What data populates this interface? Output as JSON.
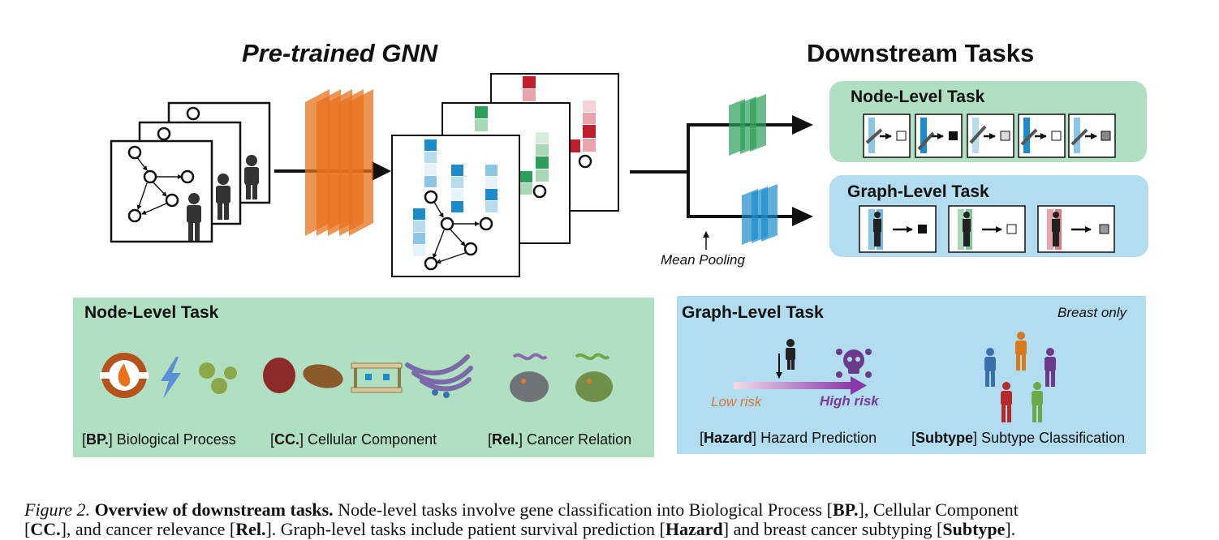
{
  "diagram": {
    "pretrained_title": "Pre-trained GNN",
    "downstream_title": "Downstream Tasks",
    "top_node_task": "Node-Level Task",
    "top_graph_task": "Graph-Level Task",
    "mean_pooling": "Mean Pooling",
    "node_panel": {
      "title": "Node-Level Task",
      "labels": [
        {
          "code": "BP.",
          "text": " Biological Process"
        },
        {
          "code": "CC.",
          "text": " Cellular Component"
        },
        {
          "code": "Rel.",
          "text": " Cancer Relation"
        }
      ]
    },
    "graph_panel": {
      "title": "Graph-Level Task",
      "note": "Breast only",
      "low_risk": "Low risk",
      "high_risk": "High risk",
      "labels": [
        {
          "code": "Hazard",
          "text": " Hazard Prediction"
        },
        {
          "code": "Subtype",
          "text": " Subtype Classification"
        }
      ]
    }
  },
  "caption": {
    "figure_label": "Figure 2.",
    "bold_title": "Overview of downstream tasks.",
    "line1_text": " Node-level tasks involve gene classification into Biological Process [",
    "bp": "BP.",
    "line1_mid": "], Cellular Component",
    "line2_start": "[",
    "cc": "CC.",
    "line2_mid1": "], and cancer relevance [",
    "rel": "Rel.",
    "line2_mid2": "]. Graph-level tasks include patient survival prediction [",
    "hazard": "Hazard",
    "line2_mid3": "] and breast cancer subtyping [",
    "subtype": "Subtype",
    "line2_end": "]."
  },
  "colors": {
    "node_green": "#b0dfc2",
    "graph_blue": "#b2dcef",
    "orange": "#e8721c",
    "risk_low": "#d4793a",
    "risk_high": "#7b3a9a"
  }
}
